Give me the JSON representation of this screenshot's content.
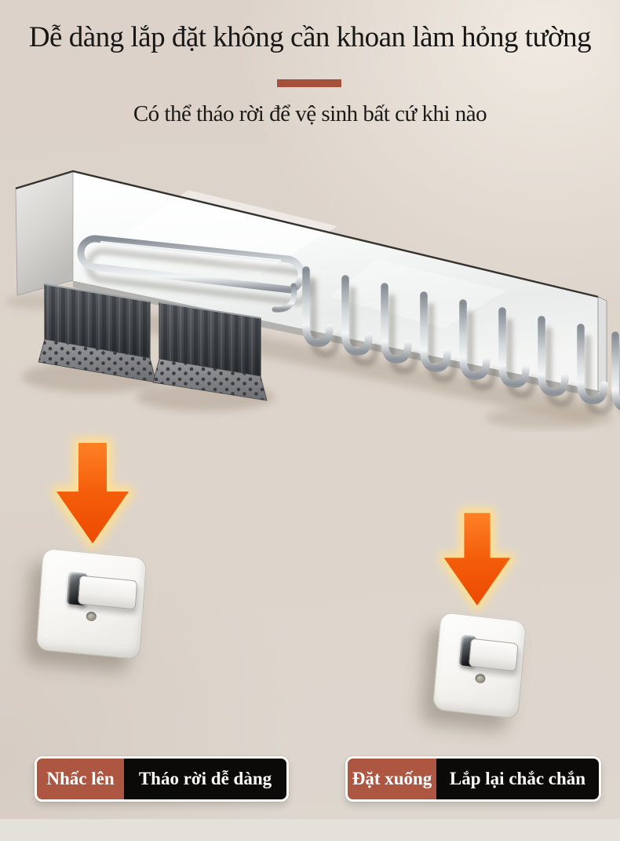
{
  "header": {
    "title": "Dễ dàng lắp đặt không cần khoan làm hỏng tường",
    "subtitle": "Có thể tháo rời để vệ sinh bất cứ khi nào"
  },
  "steps": [
    {
      "tag": "Nhấc lên",
      "description": "Tháo rời dễ dàng"
    },
    {
      "tag": "Đặt xuống",
      "description": "Lắp lại chắc chắn"
    }
  ],
  "icons": {
    "step_indicator": "down-arrow-icon"
  },
  "colors": {
    "wall_background": "#ddd4cb",
    "bottom_strip": "#e4e1db",
    "divider": "#a5513b",
    "tag_brown": "#ad5743",
    "tag_black": "#0c0a08",
    "arrow_orange": "#f05607",
    "arrow_glow": "#ffdf92",
    "title_text": "#181716",
    "step_text": "#ffffff"
  }
}
